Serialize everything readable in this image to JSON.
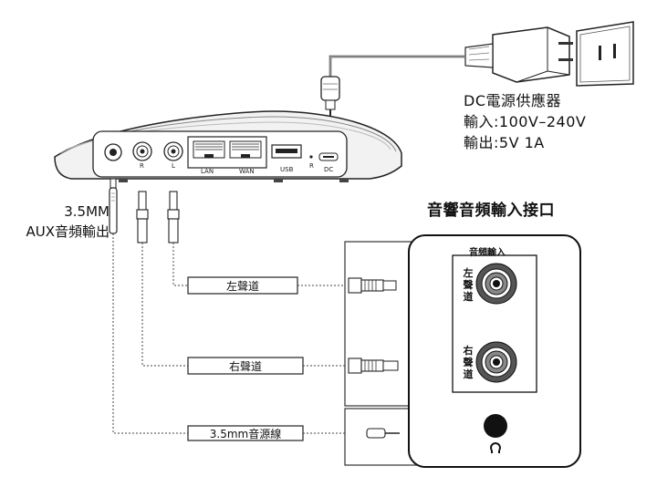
{
  "power_adapter": {
    "lines": [
      "DC電源供應器",
      "輸入:100V–240V",
      "輸出:5V 1A"
    ]
  },
  "device": {
    "port_labels": {
      "aux": "",
      "r": "R",
      "l": "L",
      "lan": "LAN",
      "wan": "WAN",
      "usb": "USB",
      "reset": "R",
      "dc": "DC"
    }
  },
  "aux_output": {
    "lines": [
      "3.5MM",
      "AUX音頻輸出"
    ]
  },
  "speaker": {
    "title": "音響音頻輸入接口",
    "panel_title": "音頻輸入",
    "left_jack_label": "左聲道",
    "right_jack_label": "右聲道"
  },
  "cables": {
    "left": "左聲道",
    "right": "右聲道",
    "aux": "3.5mm音源線"
  }
}
